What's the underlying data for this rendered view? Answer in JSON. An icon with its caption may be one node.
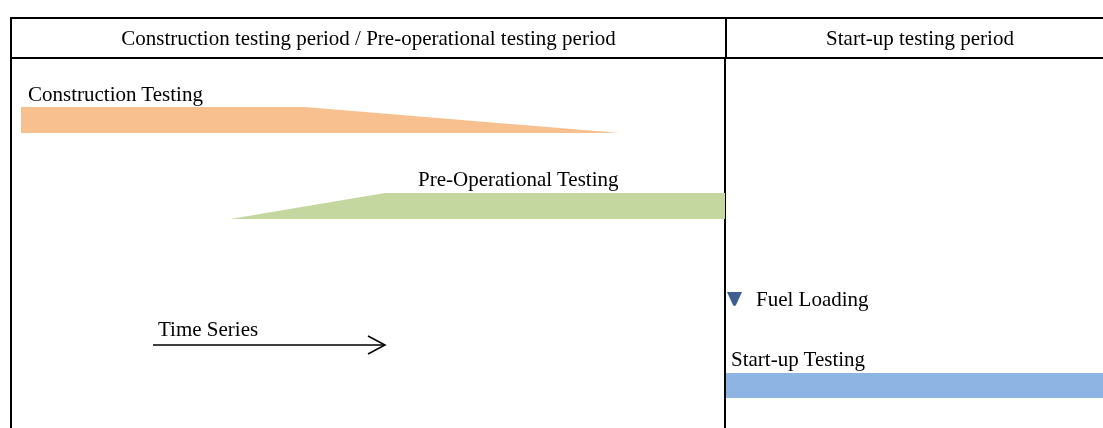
{
  "diagram": {
    "nodes": [
      {
        "text": [
          "Construction testing period / Pre-operational testing period"
        ]
      },
      {
        "text": [
          "Start-up testing period"
        ]
      },
      {
        "text": [
          "Construction Testing"
        ]
      },
      {
        "text": [
          "Pre-Operational Testing"
        ]
      },
      {
        "text": [
          "Start-up Testing"
        ]
      }
    ],
    "edges": [],
    "labels": [
      "Fuel Loading",
      "Time Series"
    ]
  }
}
